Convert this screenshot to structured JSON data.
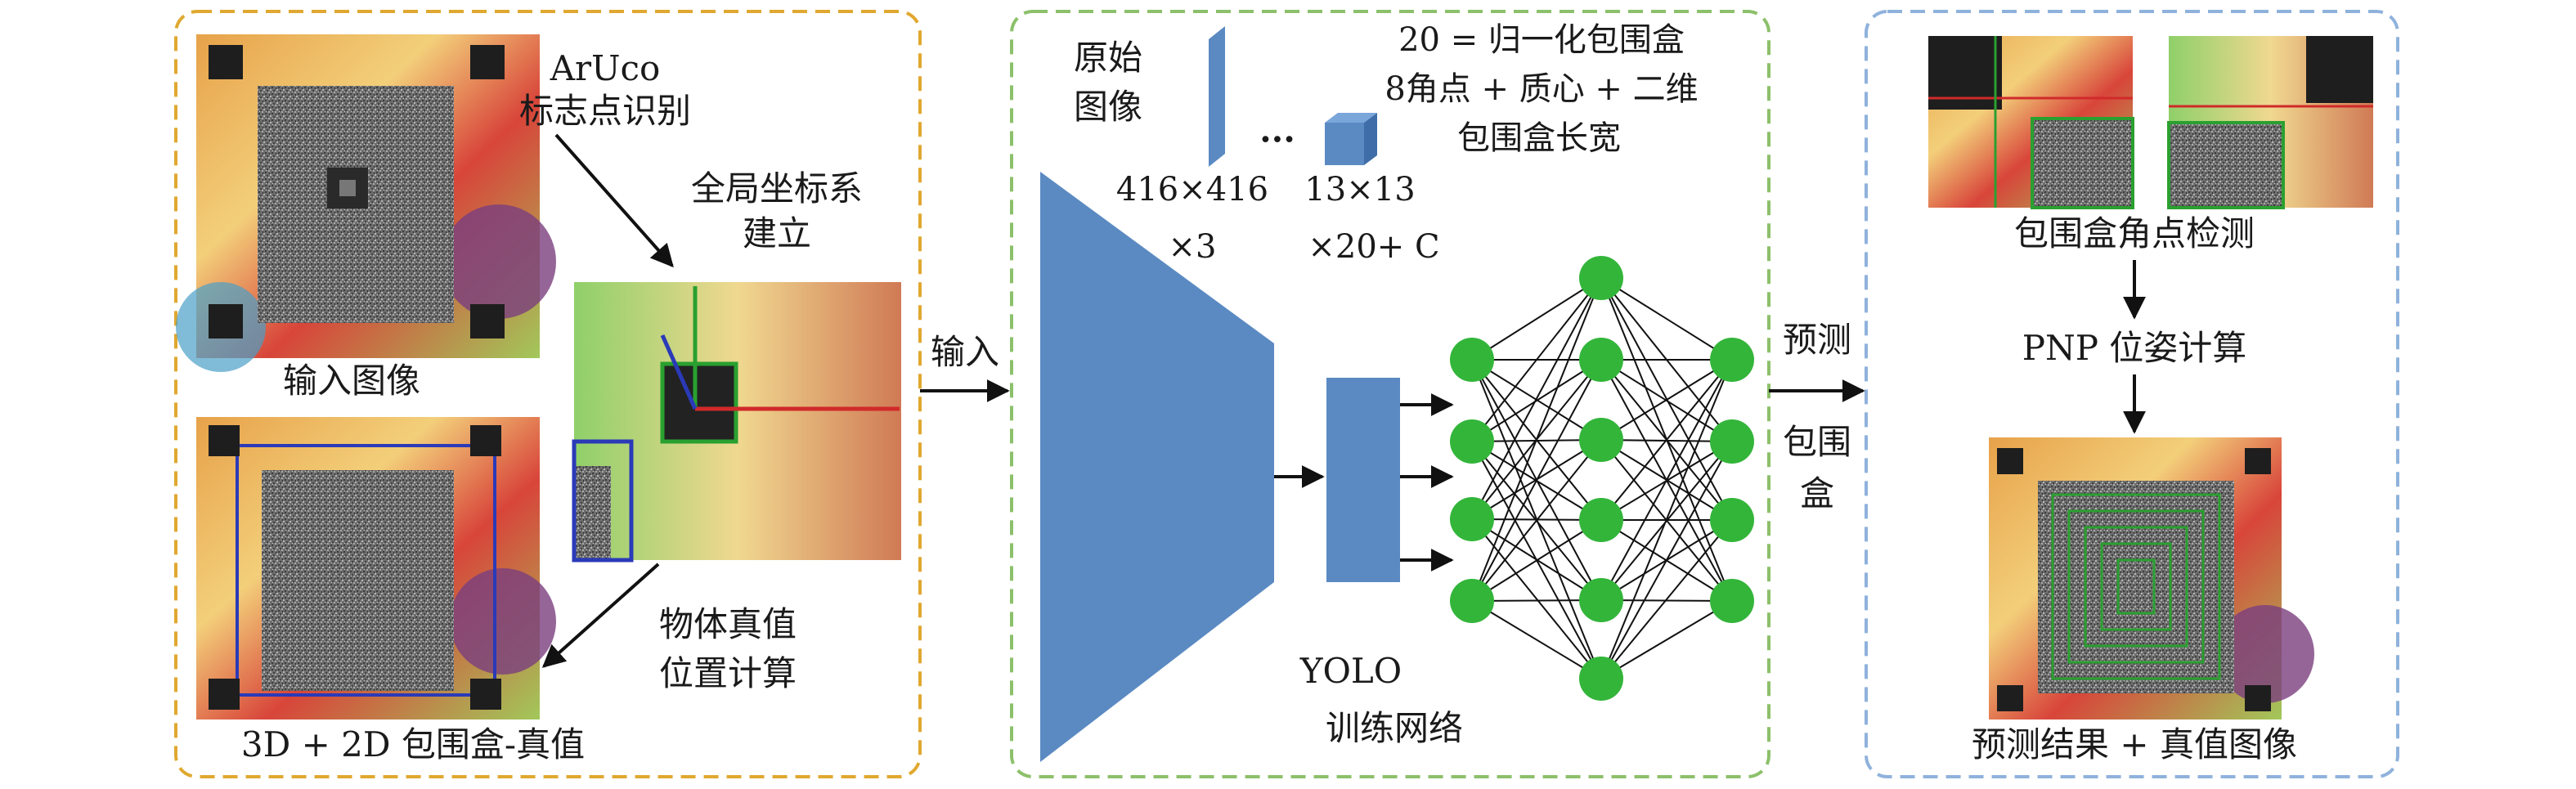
{
  "colors": {
    "orange_border": "#e0a830",
    "green_border": "#8cc06a",
    "blue_border": "#8fb2dc",
    "network_blue": "#5b8ac2",
    "node_green": "#33b53a",
    "arrow": "#111111"
  },
  "left_panel": {
    "aruco_line1": "ArUco",
    "aruco_line2": "标志点识别",
    "global_coord_line1": "全局坐标系",
    "global_coord_line2": "建立",
    "input_image_caption": "输入图像",
    "object_truth_line1": "物体真值",
    "object_truth_line2": "位置计算",
    "bbox_truth_caption": "3D + 2D 包围盒-真值"
  },
  "arrow_input_label": "输入",
  "middle_panel": {
    "raw_image_line1": "原始",
    "raw_image_line2": "图像",
    "ellipsis": "···",
    "output_desc_line1": "20 = 归一化包围盒",
    "output_desc_line2": "8角点 + 质心 + 二维",
    "output_desc_line3": "包围盒长宽",
    "input_dim_line1": "416×416",
    "input_dim_line2": "×3",
    "output_dim_line1": "13×13",
    "output_dim_line2": "×20+ C",
    "yolo_label": "YOLO",
    "network_label": "训练网络"
  },
  "arrow_predict_label_line1": "预测",
  "arrow_predict_label_line2": "包围",
  "arrow_predict_label_line3": "盒",
  "right_panel": {
    "corner_detect_caption": "包围盒角点检测",
    "pnp_caption": "PNP 位姿计算",
    "result_caption": "预测结果 + 真值图像"
  }
}
